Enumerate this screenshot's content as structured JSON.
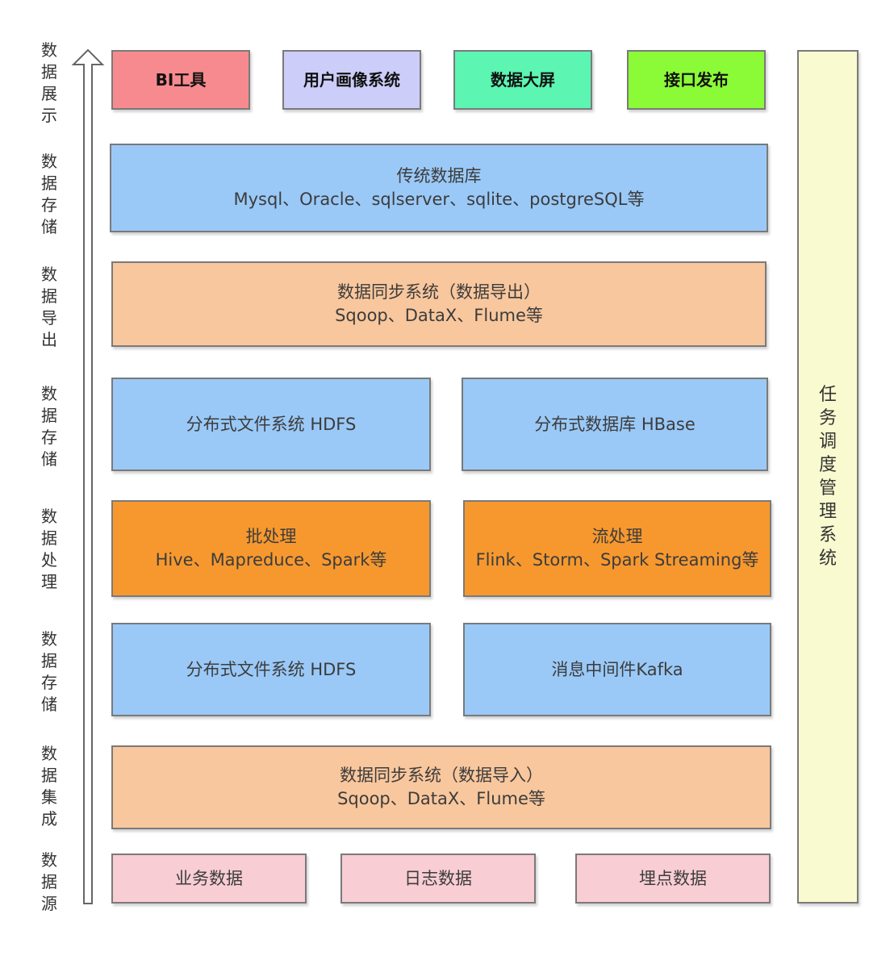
{
  "side_labels": [
    "数据展示",
    "数据存储",
    "数据导出",
    "数据存储",
    "数据处理",
    "数据存储",
    "数据集成",
    "数据源"
  ],
  "display": {
    "bi": "BI工具",
    "portrait": "用户画像系统",
    "screen": "数据大屏",
    "api": "接口发布"
  },
  "trad_db": {
    "title": "传统数据库",
    "detail": "Mysql、Oracle、sqlserver、sqlite、postgreSQL等"
  },
  "export_sync": {
    "title": "数据同步系统（数据导出）",
    "detail": "Sqoop、DataX、Flume等"
  },
  "storage_top": {
    "hdfs": "分布式文件系统 HDFS",
    "hbase": "分布式数据库 HBase"
  },
  "processing": {
    "batch_title": "批处理",
    "batch_detail": "Hive、Mapreduce、Spark等",
    "stream_title": "流处理",
    "stream_detail": "Flink、Storm、Spark Streaming等"
  },
  "storage_bottom": {
    "hdfs": "分布式文件系统 HDFS",
    "kafka": "消息中间件Kafka"
  },
  "import_sync": {
    "title": "数据同步系统（数据导入）",
    "detail": "Sqoop、DataX、Flume等"
  },
  "sources": {
    "business": "业务数据",
    "log": "日志数据",
    "tracking": "埋点数据"
  },
  "scheduler": "任务调度管理系统"
}
